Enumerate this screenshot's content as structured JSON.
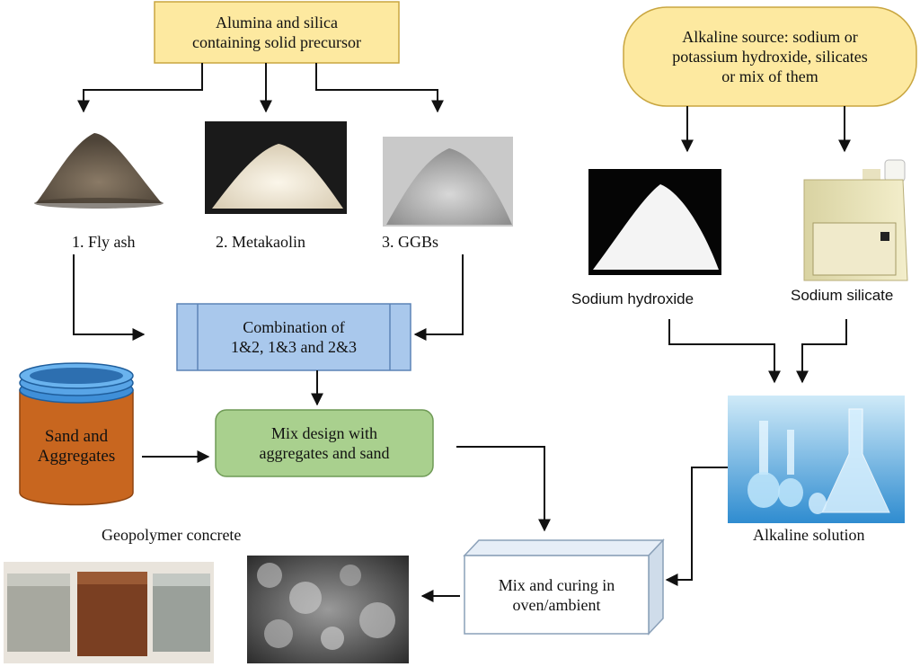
{
  "precursor": {
    "title_line1": "Alumina and silica",
    "title_line2": "containing solid precursor"
  },
  "alkaline_source": {
    "line1": "Alkaline source: sodium or",
    "line2": "potassium hydroxide, silicates",
    "line3": "or mix of them"
  },
  "materials": [
    {
      "label": "1. Fly ash"
    },
    {
      "label": "2. Metakaolin"
    },
    {
      "label": "3. GGBs"
    }
  ],
  "chemicals": [
    {
      "label": "Sodium hydroxide"
    },
    {
      "label": "Sodium silicate"
    }
  ],
  "combination": {
    "line1": "Combination of",
    "line2": "1&2, 1&3 and 2&3"
  },
  "sand": {
    "line1": "Sand and",
    "line2": "Aggregates"
  },
  "mix_design": {
    "line1": "Mix design with",
    "line2": "aggregates and sand"
  },
  "geopolymer_label": "Geopolymer concrete",
  "alkaline_solution_label": "Alkaline solution",
  "curing": {
    "line1": "Mix and curing in",
    "line2": "oven/ambient"
  },
  "colors": {
    "yellow_fill": "#fde9a0",
    "yellow_stroke": "#c9a640",
    "blue_fill": "#a9c8ec",
    "blue_stroke": "#5c84b6",
    "green_fill": "#a9d08e",
    "green_stroke": "#6f9a56",
    "orange_fill": "#c8661f",
    "orange_stroke": "#8f4511",
    "cyl_top": "#3f8fd8"
  }
}
